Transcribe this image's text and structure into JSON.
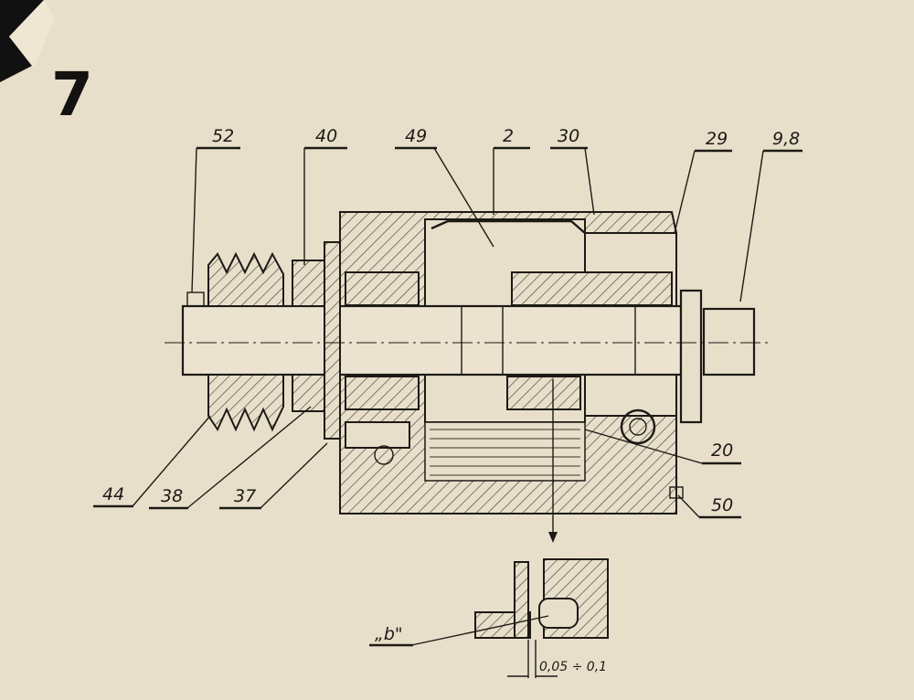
{
  "sheet_number": "7",
  "labels": {
    "l52": "52",
    "l40": "40",
    "l49": "49",
    "l2": "2",
    "l30": "30",
    "l29": "29",
    "l98": "9,8",
    "l44": "44",
    "l38": "38",
    "l37": "37",
    "l20": "20",
    "l50": "50",
    "lb": "„b\""
  },
  "detail": {
    "dimension": "0,05 ÷ 0,1"
  }
}
